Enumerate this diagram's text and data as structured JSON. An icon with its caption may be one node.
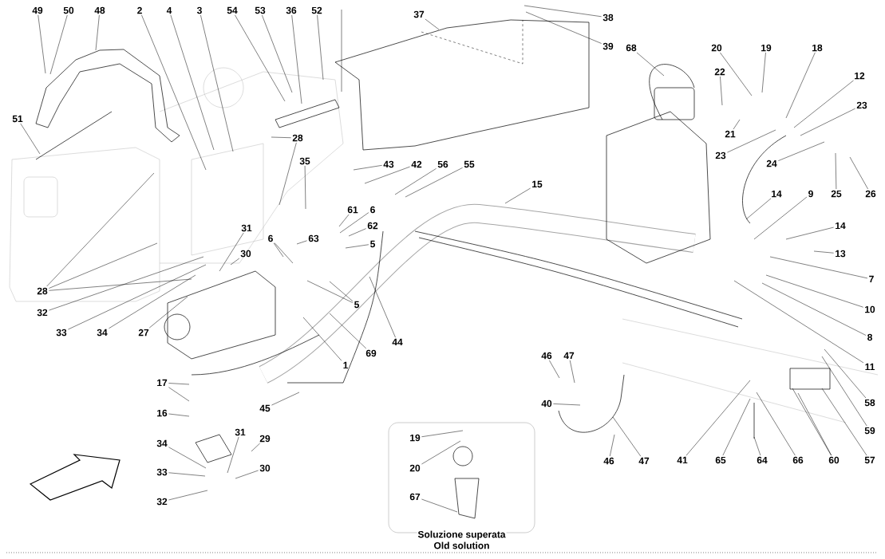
{
  "diagram": {
    "nodes": [
      {
        "text": [
          "49"
        ]
      },
      {
        "text": [
          "50"
        ]
      },
      {
        "text": [
          "48"
        ]
      },
      {
        "text": [
          "2"
        ]
      },
      {
        "text": [
          "4"
        ]
      },
      {
        "text": [
          "3"
        ]
      },
      {
        "text": [
          "54"
        ]
      },
      {
        "text": [
          "53"
        ]
      },
      {
        "text": [
          "36"
        ]
      },
      {
        "text": [
          "52"
        ]
      },
      {
        "text": [
          "37"
        ]
      },
      {
        "text": [
          "38"
        ]
      },
      {
        "text": [
          "39"
        ]
      },
      {
        "text": [
          "68"
        ]
      },
      {
        "text": [
          "20"
        ]
      },
      {
        "text": [
          "19"
        ]
      },
      {
        "text": [
          "18"
        ]
      },
      {
        "text": [
          "22"
        ]
      },
      {
        "text": [
          "12"
        ]
      },
      {
        "text": [
          "23"
        ]
      },
      {
        "text": [
          "51"
        ]
      },
      {
        "text": [
          "21"
        ]
      },
      {
        "text": [
          "28"
        ]
      },
      {
        "text": [
          "23"
        ]
      },
      {
        "text": [
          "35"
        ]
      },
      {
        "text": [
          "43"
        ]
      },
      {
        "text": [
          "42"
        ]
      },
      {
        "text": [
          "56"
        ]
      },
      {
        "text": [
          "55"
        ]
      },
      {
        "text": [
          "24"
        ]
      },
      {
        "text": [
          "15"
        ]
      },
      {
        "text": [
          "25"
        ]
      },
      {
        "text": [
          "26"
        ]
      },
      {
        "text": [
          "14"
        ]
      },
      {
        "text": [
          "9"
        ]
      },
      {
        "text": [
          "61"
        ]
      },
      {
        "text": [
          "6"
        ]
      },
      {
        "text": [
          "14"
        ]
      },
      {
        "text": [
          "62"
        ]
      },
      {
        "text": [
          "31"
        ]
      },
      {
        "text": [
          "6"
        ]
      },
      {
        "text": [
          "63"
        ]
      },
      {
        "text": [
          "5"
        ]
      },
      {
        "text": [
          "13"
        ]
      },
      {
        "text": [
          "30"
        ]
      },
      {
        "text": [
          "7"
        ]
      },
      {
        "text": [
          "28"
        ]
      },
      {
        "text": [
          "5"
        ]
      },
      {
        "text": [
          "10"
        ]
      },
      {
        "text": [
          "32"
        ]
      },
      {
        "text": [
          "33"
        ]
      },
      {
        "text": [
          "34"
        ]
      },
      {
        "text": [
          "27"
        ]
      },
      {
        "text": [
          "8"
        ]
      },
      {
        "text": [
          "44"
        ]
      },
      {
        "text": [
          "69"
        ]
      },
      {
        "text": [
          "46"
        ]
      },
      {
        "text": [
          "47"
        ]
      },
      {
        "text": [
          "1"
        ]
      },
      {
        "text": [
          "11"
        ]
      },
      {
        "text": [
          "17"
        ]
      },
      {
        "text": [
          "40"
        ]
      },
      {
        "text": [
          "58"
        ]
      },
      {
        "text": [
          "45"
        ]
      },
      {
        "text": [
          "16"
        ]
      },
      {
        "text": [
          "59"
        ]
      },
      {
        "text": [
          "31"
        ]
      },
      {
        "text": [
          "29"
        ]
      },
      {
        "text": [
          "34"
        ]
      },
      {
        "text": [
          "57"
        ]
      },
      {
        "text": [
          "60"
        ]
      },
      {
        "text": [
          "66"
        ]
      },
      {
        "text": [
          "64"
        ]
      },
      {
        "text": [
          "65"
        ]
      },
      {
        "text": [
          "41"
        ]
      },
      {
        "text": [
          "47"
        ]
      },
      {
        "text": [
          "46"
        ]
      },
      {
        "text": [
          "30"
        ]
      },
      {
        "text": [
          "33"
        ]
      },
      {
        "text": [
          "32"
        ]
      },
      {
        "text": [
          "Soluzione superata",
          "Old solution"
        ]
      },
      {
        "text": [
          "19"
        ],
        "in": 80
      },
      {
        "text": [
          "20"
        ],
        "in": 80
      },
      {
        "text": [
          "67"
        ],
        "in": 80
      }
    ],
    "edges": [
      {
        "from": 0,
        "to": null,
        "arrow": "none"
      },
      {
        "from": 1,
        "to": null,
        "arrow": "none"
      },
      {
        "from": 2,
        "to": null,
        "arrow": "none"
      },
      {
        "from": 3,
        "to": null,
        "arrow": "none"
      },
      {
        "from": 4,
        "to": null,
        "arrow": "none"
      },
      {
        "from": 5,
        "to": null,
        "arrow": "none"
      },
      {
        "from": 6,
        "to": null,
        "arrow": "none"
      },
      {
        "from": 7,
        "to": null,
        "arrow": "none"
      },
      {
        "from": 8,
        "to": null,
        "arrow": "none"
      },
      {
        "from": 9,
        "to": null,
        "arrow": "none"
      },
      {
        "from": 10,
        "to": null,
        "arrow": "none"
      },
      {
        "from": 11,
        "to": null,
        "arrow": "none"
      },
      {
        "from": 12,
        "to": null,
        "arrow": "none"
      },
      {
        "from": 13,
        "to": null,
        "arrow": "none"
      },
      {
        "from": 14,
        "to": null,
        "arrow": "none"
      },
      {
        "from": 15,
        "to": null,
        "arrow": "none"
      },
      {
        "from": 16,
        "to": null,
        "arrow": "none"
      },
      {
        "from": 17,
        "to": null,
        "arrow": "none"
      },
      {
        "from": 18,
        "to": null,
        "arrow": "none"
      },
      {
        "from": 19,
        "to": null,
        "arrow": "none"
      },
      {
        "from": 20,
        "to": null,
        "arrow": "none"
      },
      {
        "from": 21,
        "to": null,
        "arrow": "none"
      },
      {
        "from": 22,
        "to": null,
        "arrow": "none"
      },
      {
        "from": 22,
        "to": null,
        "arrow": "none"
      },
      {
        "from": 23,
        "to": null,
        "arrow": "none"
      },
      {
        "from": 24,
        "to": null,
        "arrow": "none"
      },
      {
        "from": 25,
        "to": null,
        "arrow": "none"
      },
      {
        "from": 26,
        "to": null,
        "arrow": "none"
      },
      {
        "from": 27,
        "to": null,
        "arrow": "none"
      },
      {
        "from": 28,
        "to": null,
        "arrow": "none"
      },
      {
        "from": 29,
        "to": null,
        "arrow": "none"
      },
      {
        "from": 30,
        "to": null,
        "arrow": "none"
      },
      {
        "from": 31,
        "to": null,
        "arrow": "none"
      },
      {
        "from": 32,
        "to": null,
        "arrow": "none"
      },
      {
        "from": 33,
        "to": null,
        "arrow": "none"
      },
      {
        "from": 34,
        "to": null,
        "arrow": "none"
      },
      {
        "from": 35,
        "to": null,
        "arrow": "none"
      },
      {
        "from": 36,
        "to": null,
        "arrow": "none"
      },
      {
        "from": 37,
        "to": null,
        "arrow": "none"
      },
      {
        "from": 38,
        "to": null,
        "arrow": "none"
      },
      {
        "from": 39,
        "to": null,
        "arrow": "none"
      },
      {
        "from": 40,
        "to": null,
        "arrow": "none"
      },
      {
        "from": 40,
        "to": null,
        "arrow": "none"
      },
      {
        "from": 41,
        "to": null,
        "arrow": "none"
      },
      {
        "from": 42,
        "to": null,
        "arrow": "none"
      },
      {
        "from": 43,
        "to": null,
        "arrow": "none"
      },
      {
        "from": 44,
        "to": null,
        "arrow": "none"
      },
      {
        "from": 45,
        "to": null,
        "arrow": "none"
      },
      {
        "from": 46,
        "to": null,
        "arrow": "none"
      },
      {
        "from": 46,
        "to": null,
        "arrow": "none"
      },
      {
        "from": 46,
        "to": null,
        "arrow": "none"
      },
      {
        "from": 47,
        "to": null,
        "arrow": "none"
      },
      {
        "from": 47,
        "to": null,
        "arrow": "none"
      },
      {
        "from": 48,
        "to": null,
        "arrow": "none"
      },
      {
        "from": 49,
        "to": null,
        "arrow": "none"
      },
      {
        "from": 50,
        "to": null,
        "arrow": "none"
      },
      {
        "from": 51,
        "to": null,
        "arrow": "none"
      },
      {
        "from": 52,
        "to": null,
        "arrow": "none"
      },
      {
        "from": 53,
        "to": null,
        "arrow": "none"
      },
      {
        "from": 54,
        "to": null,
        "arrow": "none"
      },
      {
        "from": 55,
        "to": null,
        "arrow": "none"
      },
      {
        "from": 56,
        "to": null,
        "arrow": "none"
      },
      {
        "from": 57,
        "to": null,
        "arrow": "none"
      },
      {
        "from": 58,
        "to": null,
        "arrow": "none"
      },
      {
        "from": 59,
        "to": null,
        "arrow": "none"
      },
      {
        "from": 60,
        "to": null,
        "arrow": "none"
      },
      {
        "from": 60,
        "to": null,
        "arrow": "none"
      },
      {
        "from": 61,
        "to": null,
        "arrow": "none"
      },
      {
        "from": 62,
        "to": null,
        "arrow": "none"
      },
      {
        "from": 63,
        "to": null,
        "arrow": "none"
      },
      {
        "from": 64,
        "to": null,
        "arrow": "none"
      },
      {
        "from": 65,
        "to": null,
        "arrow": "none"
      },
      {
        "from": 66,
        "to": null,
        "arrow": "none"
      },
      {
        "from": 67,
        "to": null,
        "arrow": "none"
      },
      {
        "from": 68,
        "to": null,
        "arrow": "none"
      },
      {
        "from": 69,
        "to": null,
        "arrow": "none"
      },
      {
        "from": 70,
        "to": null,
        "arrow": "none"
      },
      {
        "from": 70,
        "to": null,
        "arrow": "none"
      },
      {
        "from": 71,
        "to": null,
        "arrow": "none"
      },
      {
        "from": 72,
        "to": null,
        "arrow": "none"
      },
      {
        "from": 73,
        "to": null,
        "arrow": "none"
      },
      {
        "from": 74,
        "to": null,
        "arrow": "none"
      },
      {
        "from": 75,
        "to": null,
        "arrow": "none"
      },
      {
        "from": 76,
        "to": null,
        "arrow": "none"
      },
      {
        "from": 77,
        "to": null,
        "arrow": "none"
      },
      {
        "from": 78,
        "to": null,
        "arrow": "none"
      },
      {
        "from": 79,
        "to": null,
        "arrow": "none"
      },
      {
        "from": 81,
        "to": null,
        "arrow": "none"
      },
      {
        "from": 82,
        "to": null,
        "arrow": "none"
      },
      {
        "from": 83,
        "to": null,
        "arrow": "none"
      }
    ]
  }
}
